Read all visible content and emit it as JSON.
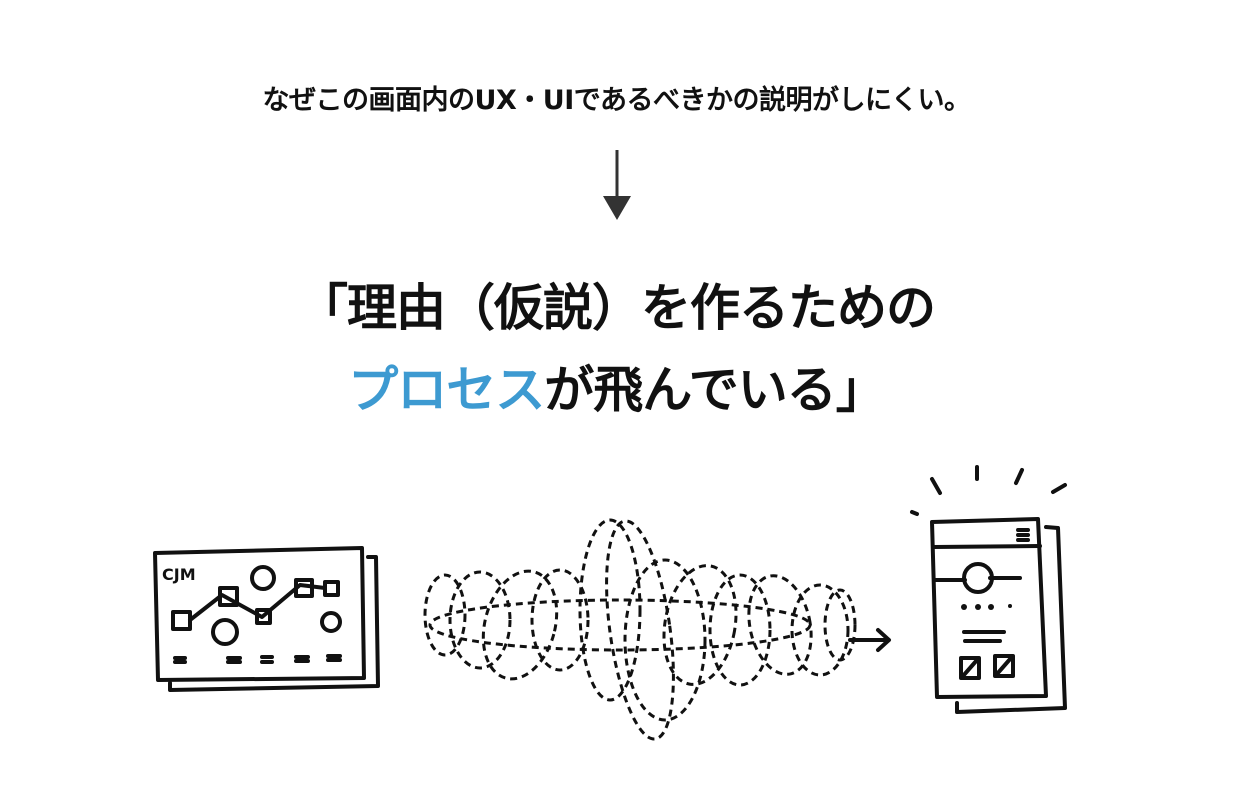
{
  "caption": "なぜこの画面内のUX・UIであるべきかの説明がしにくい。",
  "headline": {
    "line1": "「理由（仮説）を作るための",
    "line2_accent": "プロセス",
    "line2_rest": "が飛んでいる」"
  },
  "illustrations": {
    "cjm_label": "CJM",
    "left": "customer-journey-map-sketch",
    "middle": "tangled-process-scribble",
    "right": "mobile-ui-screen-sketch"
  },
  "colors": {
    "accent": "#3d9ad1",
    "text": "#111111"
  }
}
